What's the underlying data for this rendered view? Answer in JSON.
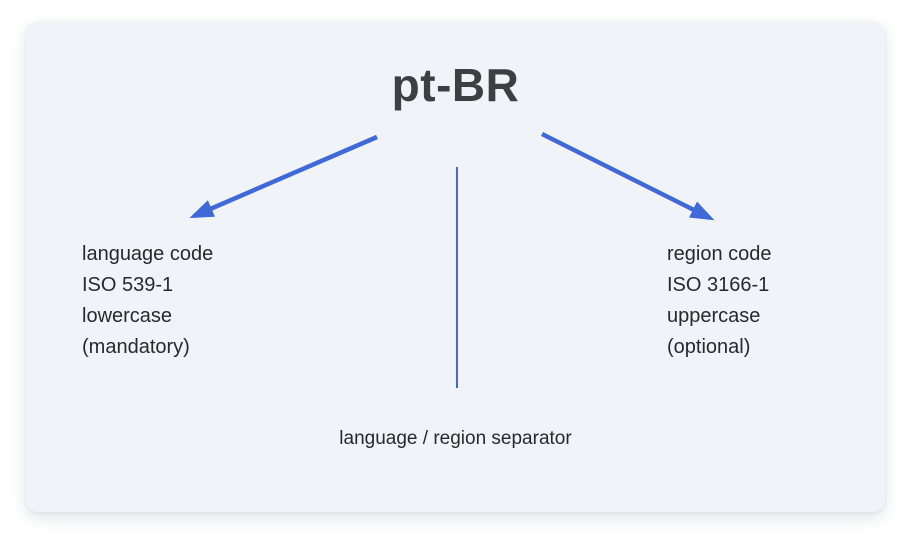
{
  "diagram": {
    "title": "pt-BR",
    "left_block": {
      "lines": [
        "language code",
        "ISO 539-1",
        "lowercase",
        "(mandatory)"
      ]
    },
    "right_block": {
      "lines": [
        "region code",
        "ISO 3166-1",
        "uppercase",
        "(optional)"
      ]
    },
    "separator_label": "language / region separator",
    "colors": {
      "arrow_blue": "#3f68d9",
      "card_background": "#f0f3f8",
      "title_text": "#3c4043",
      "body_text": "#27292c",
      "page_background": "#ffffff"
    }
  }
}
